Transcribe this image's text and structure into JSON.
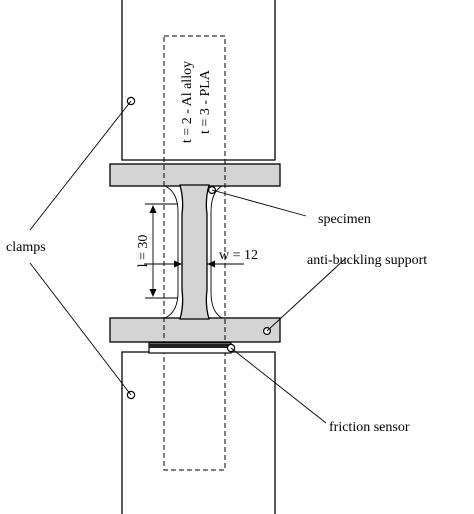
{
  "labels": {
    "clamps": "clamps",
    "specimen": "specimen",
    "anti_buckling_support": "anti-buckling support",
    "friction_sensor": "friction sensor"
  },
  "thickness_lines": {
    "line1": "t = 2 - Al alloy",
    "line2": "t = 3 - PLA"
  },
  "dimensions": {
    "length": "l = 30",
    "width": "w = 12"
  },
  "colors": {
    "line": "#000000",
    "fill_grey": "#d4d4d4",
    "background": "#ffffff"
  }
}
